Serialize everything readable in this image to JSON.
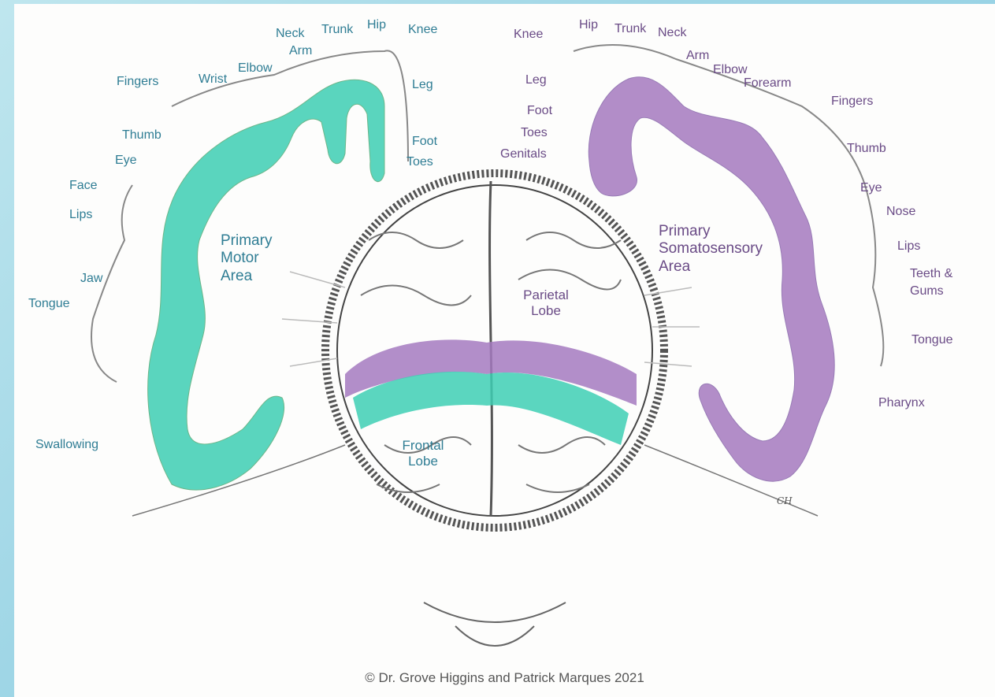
{
  "colors": {
    "motor": "#3ecfb4",
    "motor_text": "#2f7d94",
    "sensory": "#a57ac0",
    "sensory_text": "#6a4b86",
    "background": "#9fd6e6"
  },
  "motor": {
    "title": "Primary Motor Area",
    "title_lines": [
      "Primary",
      "Motor",
      "Area"
    ],
    "labels": [
      "Neck",
      "Trunk",
      "Hip",
      "Knee",
      "Arm",
      "Elbow",
      "Wrist",
      "Fingers",
      "Leg",
      "Thumb",
      "Foot",
      "Eye",
      "Toes",
      "Face",
      "Lips",
      "Jaw",
      "Tongue",
      "Swallowing"
    ]
  },
  "sensory": {
    "title": "Primary Somatosensory Area",
    "title_lines": [
      "Primary",
      "Somatosensory",
      "Area"
    ],
    "labels": [
      "Knee",
      "Hip",
      "Trunk",
      "Neck",
      "Arm",
      "Elbow",
      "Forearm",
      "Fingers",
      "Leg",
      "Foot",
      "Toes",
      "Genitals",
      "Thumb",
      "Eye",
      "Nose",
      "Lips",
      "Teeth &",
      "Gums",
      "Tongue",
      "Pharynx"
    ]
  },
  "lobes": {
    "parietal": [
      "Parietal",
      "Lobe"
    ],
    "frontal": [
      "Frontal",
      "Lobe"
    ]
  },
  "signature": "CH",
  "copyright": "© Dr. Grove Higgins and Patrick Marques 2021"
}
